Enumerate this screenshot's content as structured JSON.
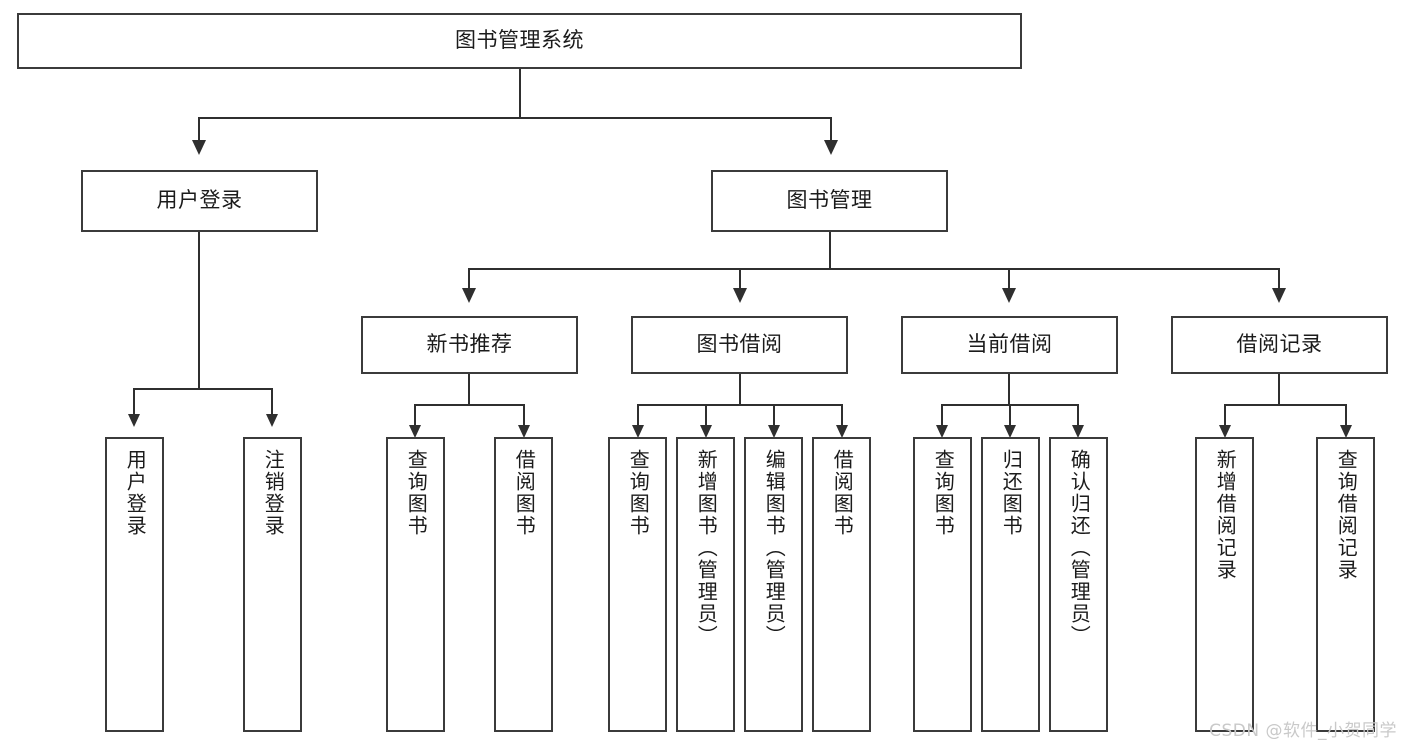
{
  "diagram": {
    "title": "图书管理系统",
    "type": "hierarchy-tree",
    "watermark": "CSDN @软件_小贺同学",
    "colors": {
      "box_border": "#3b3b3b",
      "connector": "#2f2f2f",
      "background": "#ffffff",
      "text": "#1b1b1b",
      "watermark": "#c9c9c9"
    }
  },
  "root": {
    "label": "图书管理系统"
  },
  "level2": [
    {
      "label": "用户登录"
    },
    {
      "label": "图书管理"
    }
  ],
  "level3": [
    {
      "label": "新书推荐"
    },
    {
      "label": "图书借阅"
    },
    {
      "label": "当前借阅"
    },
    {
      "label": "借阅记录"
    }
  ],
  "leaves": {
    "user_login": [
      {
        "label": "用户登录"
      },
      {
        "label": "注销登录"
      }
    ],
    "new_book": [
      {
        "label": "查询图书"
      },
      {
        "label": "借阅图书"
      }
    ],
    "book_borrow": [
      {
        "label": "查询图书"
      },
      {
        "label": "新增图书（管理员）"
      },
      {
        "label": "编辑图书（管理员）"
      },
      {
        "label": "借阅图书"
      }
    ],
    "current_borrow": [
      {
        "label": "查询图书"
      },
      {
        "label": "归还图书"
      },
      {
        "label": "确认归还（管理员）"
      }
    ],
    "borrow_record": [
      {
        "label": "新增借阅记录"
      },
      {
        "label": "查询借阅记录"
      }
    ]
  }
}
